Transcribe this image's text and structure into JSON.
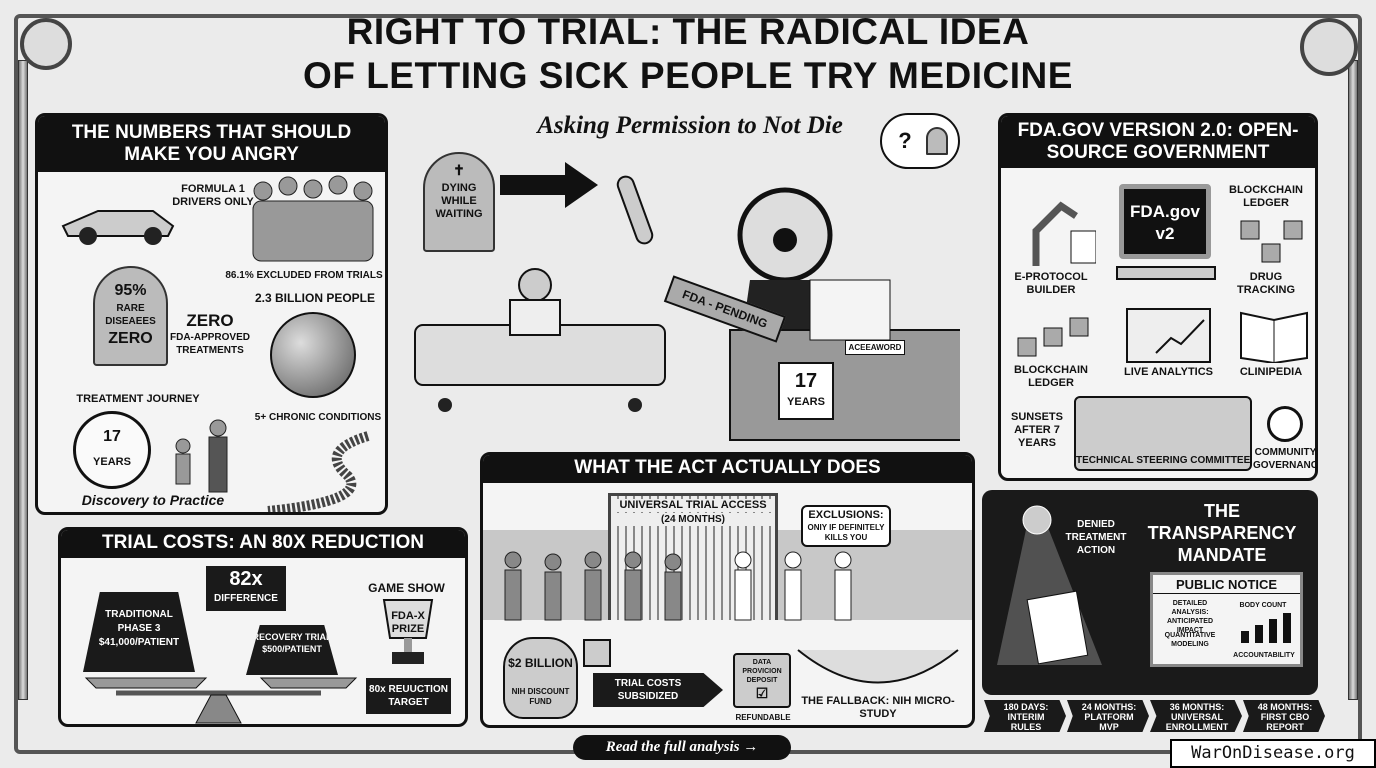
{
  "title": {
    "line1": "RIGHT TO TRIAL: THE RADICAL IDEA",
    "line2": "OF LETTING SICK PEOPLE TRY MEDICINE"
  },
  "subtitle": "Asking Permission to Not Die",
  "numbers_panel": {
    "heading": "THE NUMBERS THAT SHOULD MAKE YOU ANGRY",
    "f1": "FORMULA 1 DRIVERS ONLY",
    "excluded": "86.1% EXCLUDED FROM TRIALS",
    "stone_pct": "95%",
    "stone_label": "RARE DISEAEES",
    "stone_zero": "ZERO",
    "zero": "ZERO",
    "zero_sub": "FDA-APPROVED TREATMENTS",
    "billion": "2.3 BILLION PEOPLE",
    "chronic": "5+ CHRONIC CONDITIONS",
    "journey": "TREATMENT JOURNEY",
    "clock_num": "17",
    "clock_unit": "YEARS",
    "discovery": "Discovery to Practice"
  },
  "center": {
    "tombstone": "DYING WHILE WAITING",
    "stamp": "FDA - PENDING",
    "paperwork": "ACEEAWORD",
    "desk_num": "17",
    "desk_unit": "YEARS",
    "thought": "?"
  },
  "fda_panel": {
    "heading": "FDA.GOV VERSION 2.0: OPEN-SOURCE GOVERNMENT",
    "screen": "FDA.gov v2",
    "eprotocol": "E-PROTOCOL BUILDER",
    "ledger_top": "BLOCKCHAIN LEDGER",
    "drug": "DRUG TRACKING",
    "ledger_left": "BLOCKCHAIN LEDGER",
    "analytics": "LIVE ANALYTICS",
    "clinipedia": "CLINIPEDIA",
    "sunsets": "SUNSETS AFTER 7 YEARS",
    "committee": "TECHNICAL STEERING COMMITTEE",
    "community": "COMMUNITY GOVERNANCE"
  },
  "costs_panel": {
    "heading": "TRIAL COSTS: AN 80X REDUCTION",
    "trad": "TRADITIONAL PHASE 3 $41,000/PATIENT",
    "diff_num": "82x",
    "diff_label": "DIFFERENCE",
    "recovery": "RECOVERY TRIAL $500/PATIENT",
    "gameshow": "GAME SHOW",
    "prize": "FDA-X PRIZE",
    "target": "80x REUUCTION TARGET"
  },
  "act_panel": {
    "heading": "WHAT THE ACT ACTUALLY DOES",
    "gate": "UNIVERSAL TRIAL ACCESS",
    "gate_sub": "(24 MONTHS)",
    "exclusions": "EXCLUSIONS:",
    "exclusions_sub": "ONIY IF DEFINITELY KILLS YOU",
    "fund_amt": "$2 BILLION",
    "fund_label": "NIH DISCOUNT FUND",
    "subsidized": "TRIAL COSTS SUBSIDIZED",
    "deposit": "DATA PROVICION DEPOSIT",
    "refundable": "REFUNDABLE",
    "fallback": "THE FALLBACK: NIH MICRO-STUDY"
  },
  "transparency": {
    "heading": "THE TRANSPARENCY MANDATE",
    "denied": "DENIED TREATMENT ACTION",
    "notice": "PUBLIC NOTICE",
    "analysis": "DETAILED ANALYSIS: ANTICIPATED IMPACT",
    "modeling": "QUANTITATIVE MODELING",
    "bodycount": "BODY COUNT",
    "accountability": "ACCOUNTABILITY"
  },
  "timeline": [
    "180 DAYS: INTERIM RULES",
    "24 MONTHS: PLATFORM MVP",
    "36 MONTHS: UNIVERSAL ENROLLMENT",
    "48 MONTHS: FIRST CBO REPORT"
  ],
  "cta": "Read the full analysis →",
  "watermark": "WarOnDisease.org"
}
